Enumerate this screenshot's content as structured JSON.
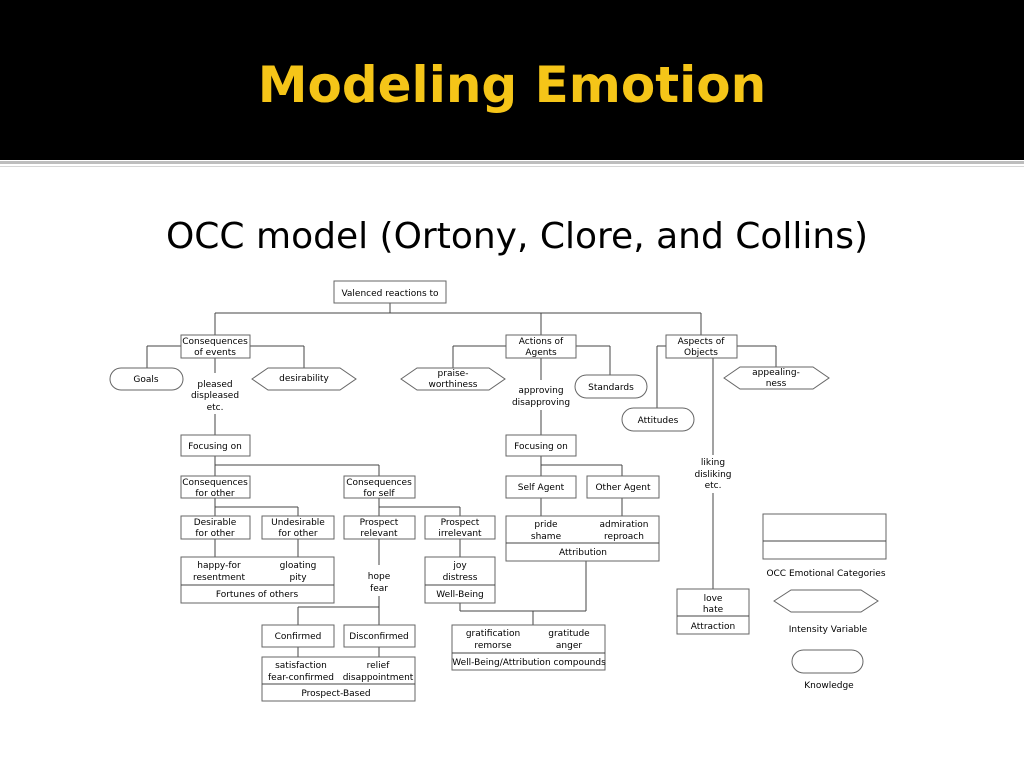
{
  "slide": {
    "title": "Modeling Emotion",
    "subtitle": "OCC model (Ortony, Clore, and Collins)",
    "title_color": "#f5c518",
    "header_bg": "#000000"
  },
  "diagram": {
    "root": "Valenced reactions to",
    "consequences_of_events": [
      "Consequences",
      "of events"
    ],
    "actions_of_agents": [
      "Actions of",
      "Agents"
    ],
    "aspects_of_objects": [
      "Aspects of",
      "Objects"
    ],
    "goals": "Goals",
    "desirability": "desirability",
    "praiseworthiness": [
      "praise-",
      "worthiness"
    ],
    "standards": "Standards",
    "appealingness": [
      "appealing-",
      "ness"
    ],
    "attitudes": "Attitudes",
    "pleased": [
      "pleased",
      "displeased",
      "etc."
    ],
    "approving": [
      "approving",
      "disapproving"
    ],
    "liking": [
      "liking",
      "disliking",
      "etc."
    ],
    "focusing_left": "Focusing on",
    "focusing_mid": "Focusing on",
    "cons_for_other": [
      "Consequences",
      "for other"
    ],
    "cons_for_self": [
      "Consequences",
      "for self"
    ],
    "self_agent": "Self Agent",
    "other_agent": "Other Agent",
    "desirable_other": [
      "Desirable",
      "for other"
    ],
    "undesirable_other": [
      "Undesirable",
      "for other"
    ],
    "prospect_relevant": [
      "Prospect",
      "relevant"
    ],
    "prospect_irrelevant": [
      "Prospect",
      "irrelevant"
    ],
    "pride": [
      "pride",
      "shame"
    ],
    "admiration": [
      "admiration",
      "reproach"
    ],
    "attribution": "Attribution",
    "happy_for": [
      "happy-for",
      "resentment"
    ],
    "gloating": [
      "gloating",
      "pity"
    ],
    "fortunes": "Fortunes of others",
    "hope": [
      "hope",
      "fear"
    ],
    "joy": [
      "joy",
      "distress"
    ],
    "well_being": "Well-Being",
    "confirmed": "Confirmed",
    "disconfirmed": "Disconfirmed",
    "gratification": [
      "gratification",
      "remorse"
    ],
    "gratitude": [
      "gratitude",
      "anger"
    ],
    "compounds": "Well-Being/Attribution compounds",
    "satisfaction": [
      "satisfaction",
      "fear-confirmed"
    ],
    "relief": [
      "relief",
      "disappointment"
    ],
    "prospect_based": "Prospect-Based",
    "love": [
      "love",
      "hate"
    ],
    "attraction": "Attraction"
  },
  "legend": {
    "categories": "OCC Emotional Categories",
    "intensity": "Intensity Variable",
    "knowledge": "Knowledge"
  }
}
